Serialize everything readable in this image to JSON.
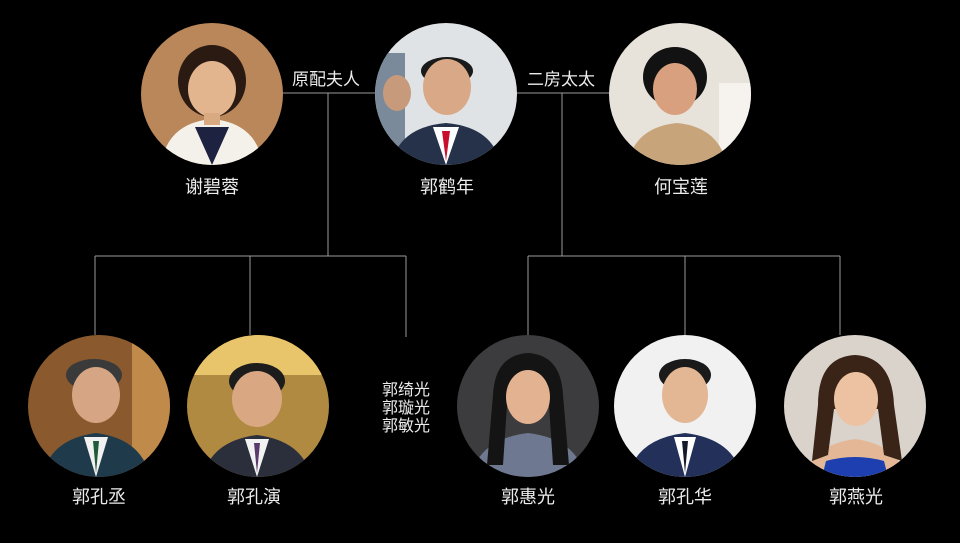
{
  "parents": {
    "first_wife": {
      "name": "谢碧蓉",
      "photo_icon": "portrait-photo-woman",
      "bg": "#b9875a"
    },
    "father": {
      "name": "郭鹤年",
      "photo_icon": "portrait-photo-man",
      "bg": "#ffffff"
    },
    "second_wife": {
      "name": "何宝莲",
      "photo_icon": "portrait-photo-woman",
      "bg": "#e7e2da"
    }
  },
  "relations": {
    "first_wife_label": "原配夫人",
    "second_wife_label": "二房太太"
  },
  "children_first": [
    {
      "name": "郭孔丞",
      "photo_icon": "portrait-photo-man",
      "bg": "#8a5a2e"
    },
    {
      "name": "郭孔演",
      "photo_icon": "portrait-photo-man",
      "bg": "#b08a40"
    }
  ],
  "daughters_first": [
    "郭绮光",
    "郭璇光",
    "郭敏光"
  ],
  "children_second": [
    {
      "name": "郭惠光",
      "photo_icon": "portrait-photo-woman",
      "bg": "#3c3c3e"
    },
    {
      "name": "郭孔华",
      "photo_icon": "portrait-photo-man",
      "bg": "#f1f1f1"
    },
    {
      "name": "郭燕光",
      "photo_icon": "portrait-photo-woman",
      "bg": "#d9d3cc"
    }
  ],
  "colors": {
    "background": "#000000",
    "connector": "#9a9a9a",
    "text": "#ececec"
  }
}
